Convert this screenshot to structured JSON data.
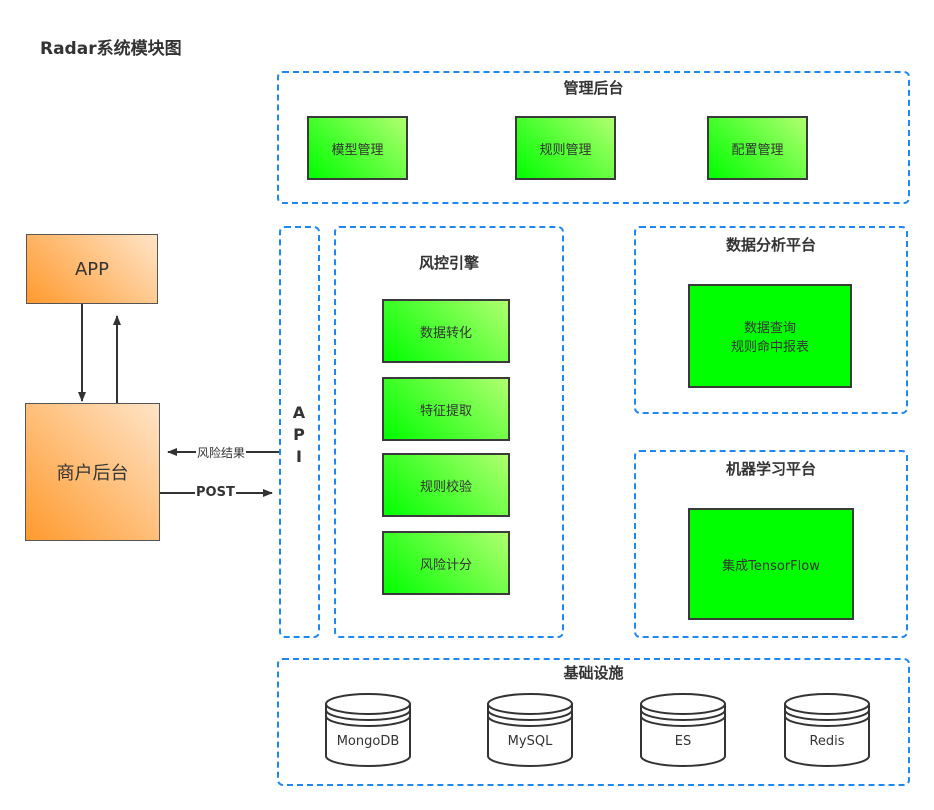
{
  "title": "Radar系统模块图",
  "colors": {
    "dash_border": "#1e88f0",
    "green": "#00ff00",
    "orange": "#ff9a2e"
  },
  "admin": {
    "title": "管理后台",
    "items": [
      "模型管理",
      "规则管理",
      "配置管理"
    ]
  },
  "client": {
    "app": "APP",
    "merchant": "商户后台",
    "risk_result_label": "风险结果",
    "post_label": "POST"
  },
  "api": {
    "letters": [
      "A",
      "P",
      "I"
    ]
  },
  "engine": {
    "title": "风控引擎",
    "steps": [
      "数据转化",
      "特征提取",
      "规则校验",
      "风险计分"
    ]
  },
  "analytics": {
    "title": "数据分析平台",
    "line1": "数据查询",
    "line2": "规则命中报表"
  },
  "ml": {
    "title": "机器学习平台",
    "box": "集成TensorFlow"
  },
  "infra": {
    "title": "基础设施",
    "stores": [
      "MongoDB",
      "MySQL",
      "ES",
      "Redis"
    ]
  }
}
